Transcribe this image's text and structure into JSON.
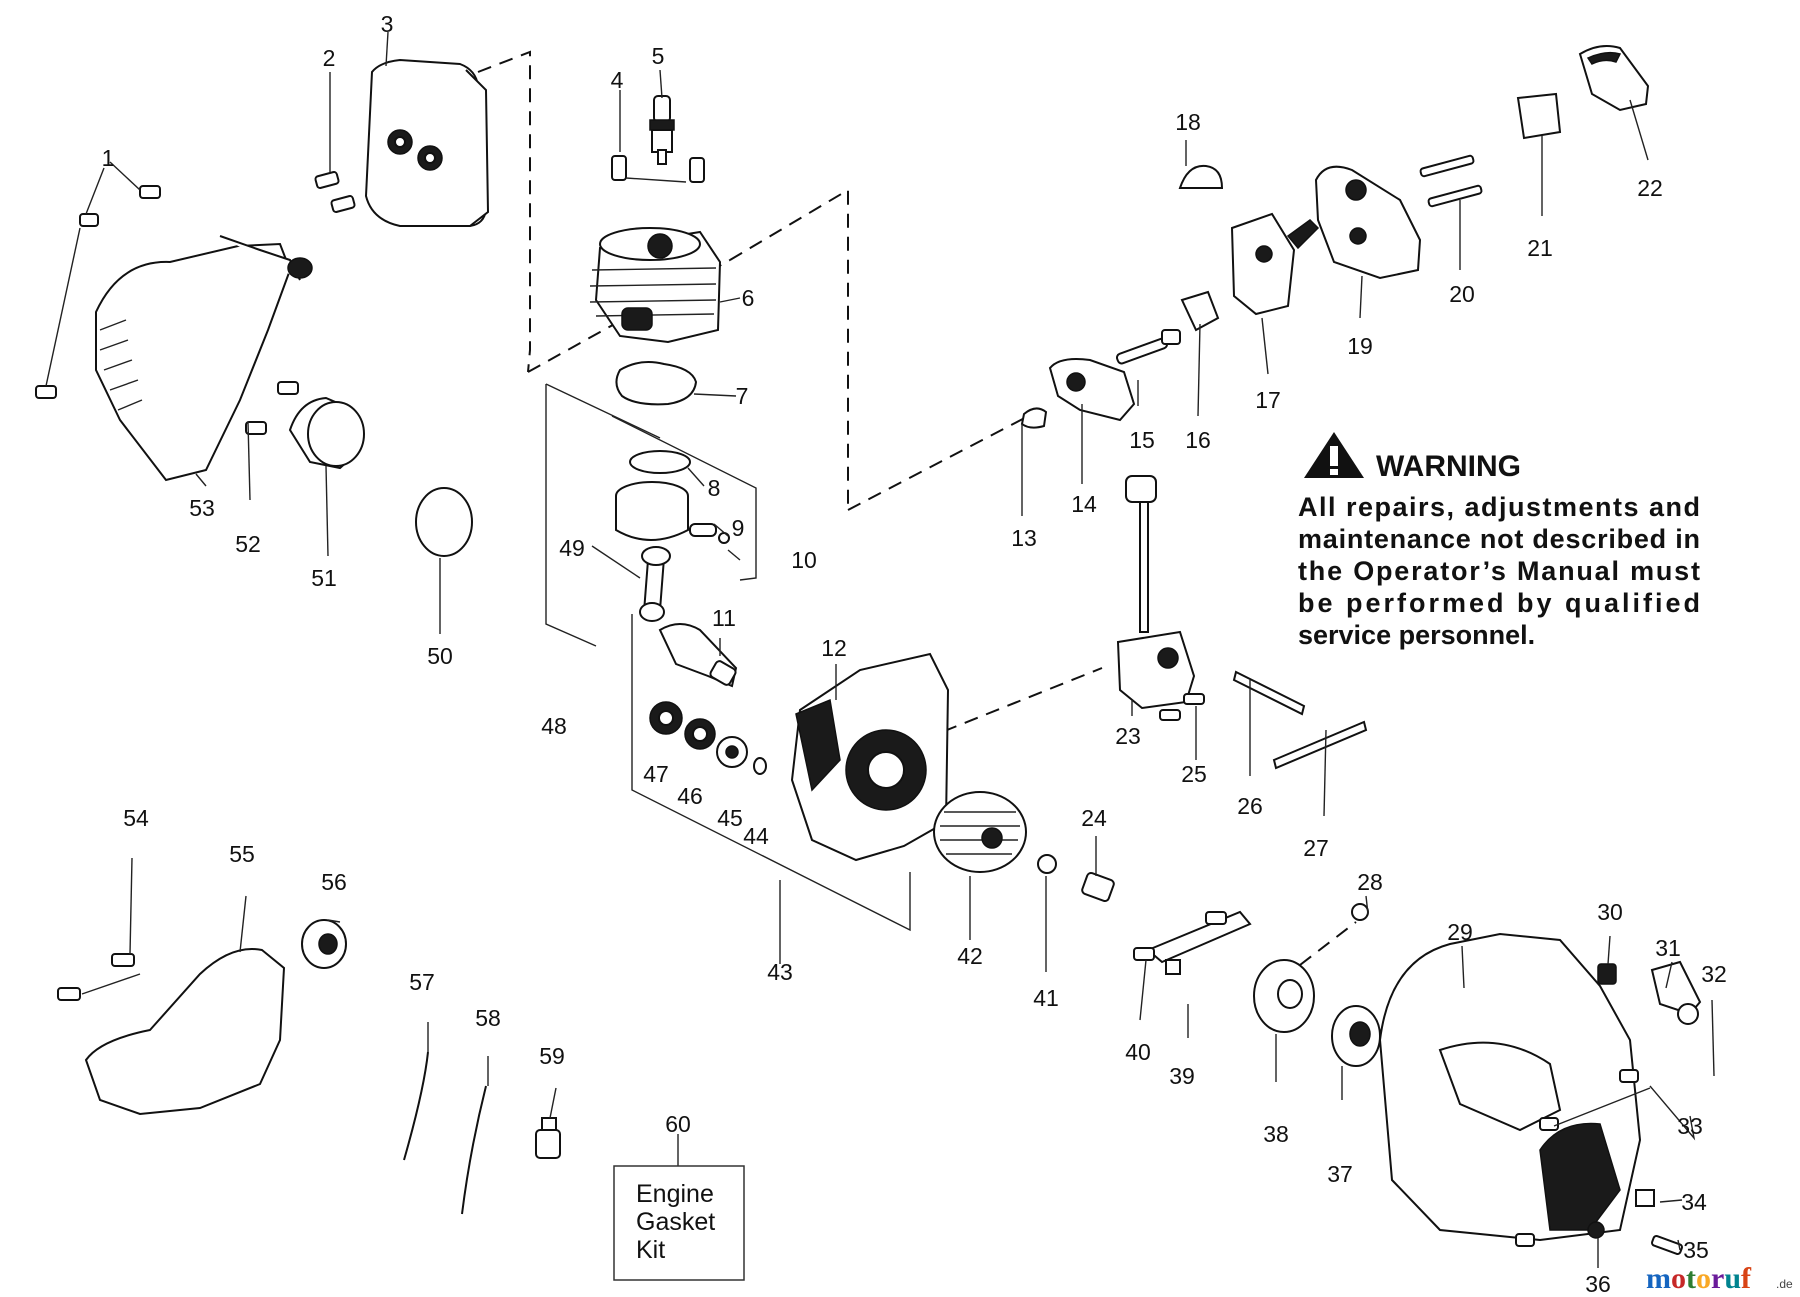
{
  "warning": {
    "title": "WARNING",
    "lines": [
      "All repairs, adjustments and",
      "maintenance not described in",
      "the Operator’s Manual must",
      "be performed by qualified",
      "service personnel."
    ]
  },
  "kit": {
    "number": "60",
    "lines": [
      "Engine",
      "Gasket",
      "Kit"
    ]
  },
  "watermark": {
    "brand": "motoruf",
    "tld": ".de",
    "colors": [
      "#1565c0",
      "#c62828",
      "#2e7d32",
      "#f9a825",
      "#6a1b9a",
      "#00838f",
      "#d84315"
    ]
  },
  "callouts": [
    {
      "n": "1"
    },
    {
      "n": "2"
    },
    {
      "n": "3"
    },
    {
      "n": "4"
    },
    {
      "n": "5"
    },
    {
      "n": "6"
    },
    {
      "n": "7"
    },
    {
      "n": "8"
    },
    {
      "n": "9"
    },
    {
      "n": "10"
    },
    {
      "n": "11"
    },
    {
      "n": "12"
    },
    {
      "n": "13"
    },
    {
      "n": "14"
    },
    {
      "n": "15"
    },
    {
      "n": "16"
    },
    {
      "n": "17"
    },
    {
      "n": "18"
    },
    {
      "n": "19"
    },
    {
      "n": "20"
    },
    {
      "n": "21"
    },
    {
      "n": "22"
    },
    {
      "n": "23"
    },
    {
      "n": "24"
    },
    {
      "n": "25"
    },
    {
      "n": "26"
    },
    {
      "n": "27"
    },
    {
      "n": "28"
    },
    {
      "n": "29"
    },
    {
      "n": "30"
    },
    {
      "n": "31"
    },
    {
      "n": "32"
    },
    {
      "n": "33"
    },
    {
      "n": "34"
    },
    {
      "n": "35"
    },
    {
      "n": "36"
    },
    {
      "n": "37"
    },
    {
      "n": "38"
    },
    {
      "n": "39"
    },
    {
      "n": "40"
    },
    {
      "n": "41"
    },
    {
      "n": "42"
    },
    {
      "n": "43"
    },
    {
      "n": "44"
    },
    {
      "n": "45"
    },
    {
      "n": "46"
    },
    {
      "n": "47"
    },
    {
      "n": "48"
    },
    {
      "n": "49"
    },
    {
      "n": "50"
    },
    {
      "n": "51"
    },
    {
      "n": "52"
    },
    {
      "n": "53"
    },
    {
      "n": "54"
    },
    {
      "n": "55"
    },
    {
      "n": "56"
    },
    {
      "n": "57"
    },
    {
      "n": "58"
    },
    {
      "n": "59"
    }
  ]
}
